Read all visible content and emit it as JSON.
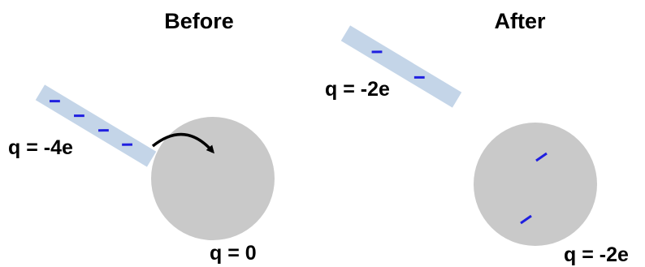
{
  "before": {
    "title": "Before",
    "rod_charge": "q = -4e",
    "sphere_charge": "q = 0",
    "rod_charge_marks": 4,
    "sphere_charge_marks": 0
  },
  "after": {
    "title": "After",
    "rod_charge": "q = -2e",
    "sphere_charge": "q = -2e",
    "rod_charge_marks": 2,
    "sphere_charge_marks": 2
  },
  "colors": {
    "rod": "#c4d5e8",
    "sphere": "#c9c9c9",
    "charge": "#1f1fe0",
    "arrow": "#000000"
  },
  "icons": {
    "transfer_arrow": "curved-arrow-icon"
  }
}
